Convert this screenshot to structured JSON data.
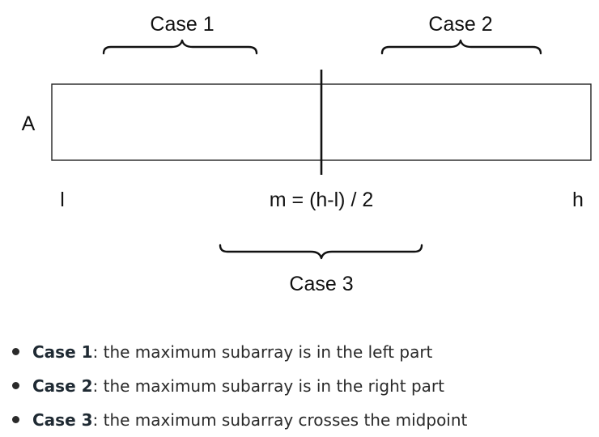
{
  "diagram": {
    "array_label": "A",
    "low_label": "l",
    "mid_label": "m = (h-l) / 2",
    "high_label": "h",
    "case1_label": "Case 1",
    "case2_label": "Case 2",
    "case3_label": "Case 3"
  },
  "bullets": [
    {
      "case": "Case 1",
      "text": ": the maximum subarray is in the left part"
    },
    {
      "case": "Case 2",
      "text": ": the maximum subarray is in the right part"
    },
    {
      "case": "Case 3",
      "text": ": the maximum subarray crosses the midpoint"
    }
  ]
}
